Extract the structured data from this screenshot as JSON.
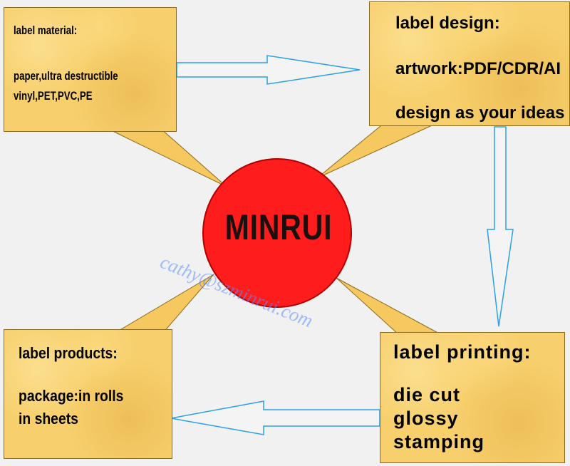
{
  "center": {
    "label": "MINRUI",
    "color": "#ff1c1c"
  },
  "watermark": "cathy@szminrui.com",
  "boxes": {
    "material": {
      "lines": [
        "label material:",
        "paper,ultra destructible",
        "vinyl,PET,PVC,PE"
      ]
    },
    "design": {
      "lines": [
        "label design:",
        "artwork:PDF/CDR/AI",
        "design as your ideas"
      ]
    },
    "products": {
      "lines": [
        "label products:",
        "package:in rolls",
        "in sheets"
      ]
    },
    "printing": {
      "lines": [
        "label printing:",
        "die cut",
        "glossy",
        "stamping"
      ]
    }
  },
  "colors": {
    "box_fill": "#f7cf6c",
    "arrow_stroke": "#2aa0e6",
    "pointer_fill": "#f5c860"
  }
}
